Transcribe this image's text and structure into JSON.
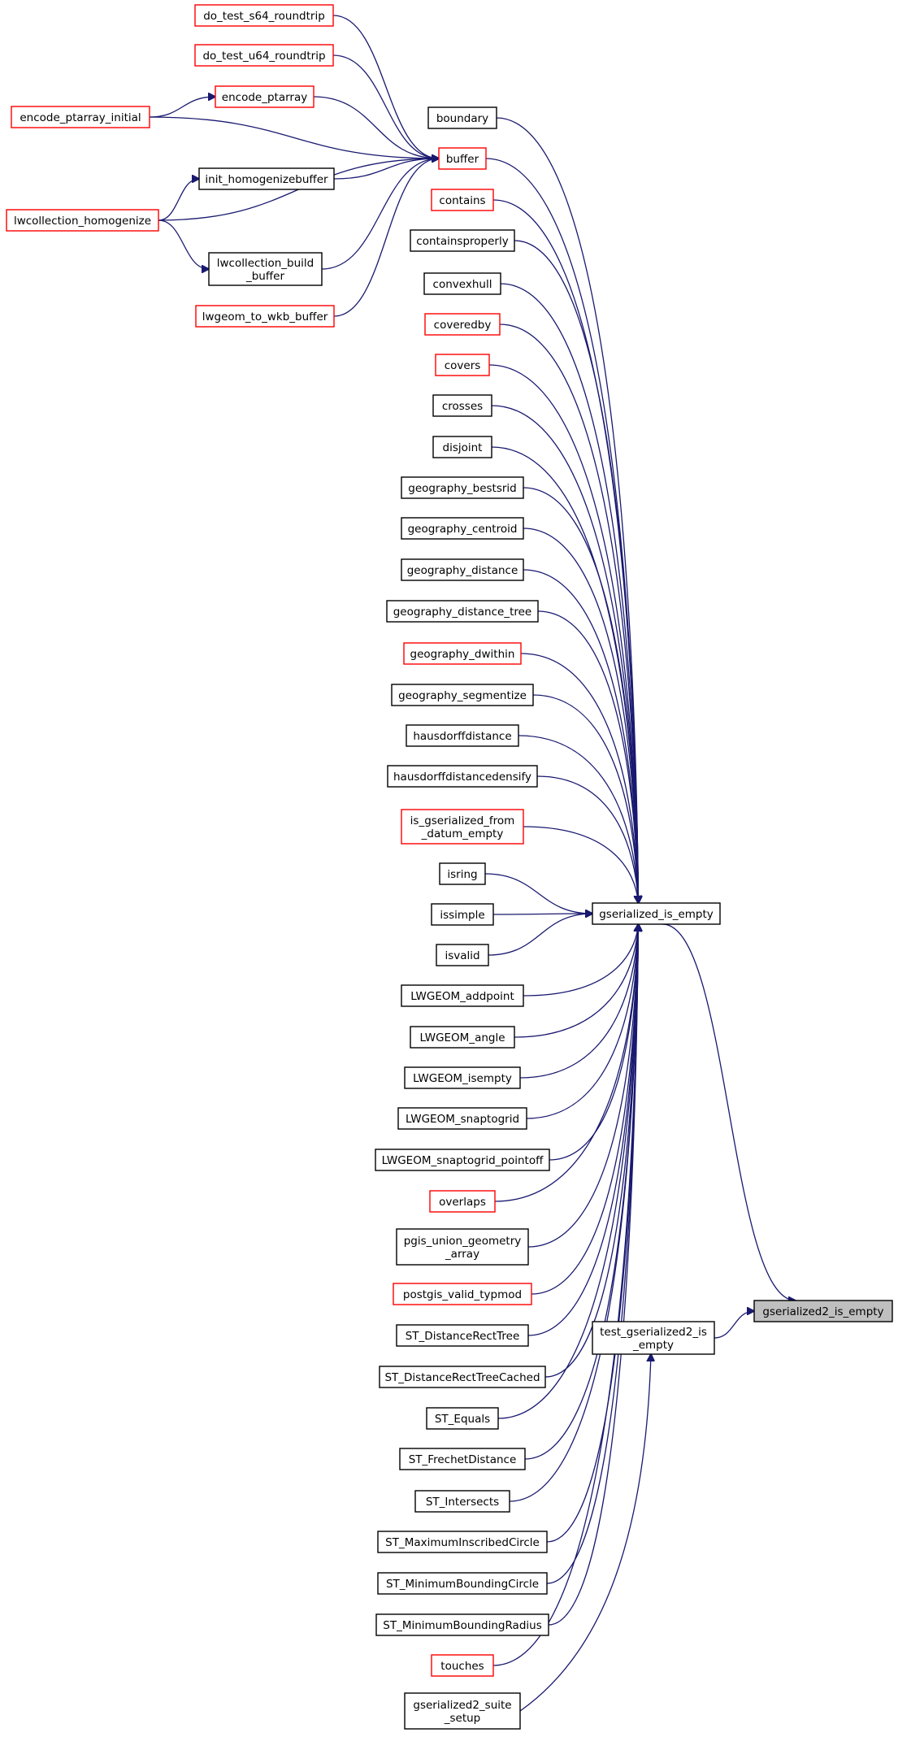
{
  "diagram": {
    "focus_node": "gserialized2_is_empty",
    "colors": {
      "edge": "#191970",
      "box_border": "#000000",
      "box_border_truncated": "#ff0000",
      "focus_fill": "#bfbfbf"
    },
    "nodes": {
      "do_test_s64_roundtrip": {
        "label": "do_test_s64_roundtrip",
        "style": "truncated"
      },
      "do_test_u64_roundtrip": {
        "label": "do_test_u64_roundtrip",
        "style": "truncated"
      },
      "encode_ptarray": {
        "label": "encode_ptarray",
        "style": "truncated"
      },
      "encode_ptarray_initial": {
        "label": "encode_ptarray_initial",
        "style": "truncated"
      },
      "init_homogenizebuffer": {
        "label": "init_homogenizebuffer",
        "style": "normal"
      },
      "lwcollection_homogenize": {
        "label": "lwcollection_homogenize",
        "style": "truncated"
      },
      "lwcollection_build_buffer": {
        "label": [
          "lwcollection_build",
          "_buffer"
        ],
        "style": "normal"
      },
      "lwgeom_to_wkb_buffer": {
        "label": "lwgeom_to_wkb_buffer",
        "style": "truncated"
      },
      "boundary": {
        "label": "boundary",
        "style": "normal"
      },
      "buffer": {
        "label": "buffer",
        "style": "truncated"
      },
      "contains": {
        "label": "contains",
        "style": "truncated"
      },
      "containsproperly": {
        "label": "containsproperly",
        "style": "normal"
      },
      "convexhull": {
        "label": "convexhull",
        "style": "normal"
      },
      "coveredby": {
        "label": "coveredby",
        "style": "truncated"
      },
      "covers": {
        "label": "covers",
        "style": "truncated"
      },
      "crosses": {
        "label": "crosses",
        "style": "normal"
      },
      "disjoint": {
        "label": "disjoint",
        "style": "normal"
      },
      "geography_bestsrid": {
        "label": "geography_bestsrid",
        "style": "normal"
      },
      "geography_centroid": {
        "label": "geography_centroid",
        "style": "normal"
      },
      "geography_distance": {
        "label": "geography_distance",
        "style": "normal"
      },
      "geography_distance_tree": {
        "label": "geography_distance_tree",
        "style": "normal"
      },
      "geography_dwithin": {
        "label": "geography_dwithin",
        "style": "truncated"
      },
      "geography_segmentize": {
        "label": "geography_segmentize",
        "style": "normal"
      },
      "hausdorffdistance": {
        "label": "hausdorffdistance",
        "style": "normal"
      },
      "hausdorffdistancedensify": {
        "label": "hausdorffdistancedensify",
        "style": "normal"
      },
      "is_gserialized_from_datum_empty": {
        "label": [
          "is_gserialized_from",
          "_datum_empty"
        ],
        "style": "truncated"
      },
      "isring": {
        "label": "isring",
        "style": "normal"
      },
      "issimple": {
        "label": "issimple",
        "style": "normal"
      },
      "isvalid": {
        "label": "isvalid",
        "style": "normal"
      },
      "LWGEOM_addpoint": {
        "label": "LWGEOM_addpoint",
        "style": "normal"
      },
      "LWGEOM_angle": {
        "label": "LWGEOM_angle",
        "style": "normal"
      },
      "LWGEOM_isempty": {
        "label": "LWGEOM_isempty",
        "style": "normal"
      },
      "LWGEOM_snaptogrid": {
        "label": "LWGEOM_snaptogrid",
        "style": "normal"
      },
      "LWGEOM_snaptogrid_pointoff": {
        "label": "LWGEOM_snaptogrid_pointoff",
        "style": "normal"
      },
      "overlaps": {
        "label": "overlaps",
        "style": "truncated"
      },
      "pgis_union_geometry_array": {
        "label": [
          "pgis_union_geometry",
          "_array"
        ],
        "style": "normal"
      },
      "postgis_valid_typmod": {
        "label": "postgis_valid_typmod",
        "style": "truncated"
      },
      "ST_DistanceRectTree": {
        "label": "ST_DistanceRectTree",
        "style": "normal"
      },
      "ST_DistanceRectTreeCached": {
        "label": "ST_DistanceRectTreeCached",
        "style": "normal"
      },
      "ST_Equals": {
        "label": "ST_Equals",
        "style": "normal"
      },
      "ST_FrechetDistance": {
        "label": "ST_FrechetDistance",
        "style": "normal"
      },
      "ST_Intersects": {
        "label": "ST_Intersects",
        "style": "normal"
      },
      "ST_MaximumInscribedCircle": {
        "label": "ST_MaximumInscribedCircle",
        "style": "normal"
      },
      "ST_MinimumBoundingCircle": {
        "label": "ST_MinimumBoundingCircle",
        "style": "normal"
      },
      "ST_MinimumBoundingRadius": {
        "label": "ST_MinimumBoundingRadius",
        "style": "normal"
      },
      "touches": {
        "label": "touches",
        "style": "truncated"
      },
      "gserialized2_suite_setup": {
        "label": [
          "gserialized2_suite",
          "_setup"
        ],
        "style": "normal"
      },
      "gserialized_is_empty": {
        "label": "gserialized_is_empty",
        "style": "normal"
      },
      "test_gserialized2_is_empty": {
        "label": [
          "test_gserialized2_is",
          "_empty"
        ],
        "style": "normal"
      },
      "gserialized2_is_empty": {
        "label": "gserialized2_is_empty",
        "style": "focus"
      }
    },
    "edges": [
      [
        "do_test_s64_roundtrip",
        "buffer"
      ],
      [
        "do_test_u64_roundtrip",
        "buffer"
      ],
      [
        "encode_ptarray",
        "buffer"
      ],
      [
        "encode_ptarray_initial",
        "encode_ptarray"
      ],
      [
        "encode_ptarray_initial",
        "buffer"
      ],
      [
        "init_homogenizebuffer",
        "buffer"
      ],
      [
        "lwcollection_homogenize",
        "init_homogenizebuffer"
      ],
      [
        "lwcollection_homogenize",
        "buffer"
      ],
      [
        "lwcollection_homogenize",
        "lwcollection_build_buffer"
      ],
      [
        "lwcollection_build_buffer",
        "buffer"
      ],
      [
        "lwgeom_to_wkb_buffer",
        "buffer"
      ],
      [
        "boundary",
        "gserialized_is_empty"
      ],
      [
        "buffer",
        "gserialized_is_empty"
      ],
      [
        "contains",
        "gserialized_is_empty"
      ],
      [
        "containsproperly",
        "gserialized_is_empty"
      ],
      [
        "convexhull",
        "gserialized_is_empty"
      ],
      [
        "coveredby",
        "gserialized_is_empty"
      ],
      [
        "covers",
        "gserialized_is_empty"
      ],
      [
        "crosses",
        "gserialized_is_empty"
      ],
      [
        "disjoint",
        "gserialized_is_empty"
      ],
      [
        "geography_bestsrid",
        "gserialized_is_empty"
      ],
      [
        "geography_centroid",
        "gserialized_is_empty"
      ],
      [
        "geography_distance",
        "gserialized_is_empty"
      ],
      [
        "geography_distance_tree",
        "gserialized_is_empty"
      ],
      [
        "geography_dwithin",
        "gserialized_is_empty"
      ],
      [
        "geography_segmentize",
        "gserialized_is_empty"
      ],
      [
        "hausdorffdistance",
        "gserialized_is_empty"
      ],
      [
        "hausdorffdistancedensify",
        "gserialized_is_empty"
      ],
      [
        "is_gserialized_from_datum_empty",
        "gserialized_is_empty"
      ],
      [
        "isring",
        "gserialized_is_empty"
      ],
      [
        "issimple",
        "gserialized_is_empty"
      ],
      [
        "isvalid",
        "gserialized_is_empty"
      ],
      [
        "LWGEOM_addpoint",
        "gserialized_is_empty"
      ],
      [
        "LWGEOM_angle",
        "gserialized_is_empty"
      ],
      [
        "LWGEOM_isempty",
        "gserialized_is_empty"
      ],
      [
        "LWGEOM_snaptogrid",
        "gserialized_is_empty"
      ],
      [
        "LWGEOM_snaptogrid_pointoff",
        "gserialized_is_empty"
      ],
      [
        "overlaps",
        "gserialized_is_empty"
      ],
      [
        "pgis_union_geometry_array",
        "gserialized_is_empty"
      ],
      [
        "postgis_valid_typmod",
        "gserialized_is_empty"
      ],
      [
        "ST_DistanceRectTree",
        "gserialized_is_empty"
      ],
      [
        "ST_DistanceRectTreeCached",
        "gserialized_is_empty"
      ],
      [
        "ST_Equals",
        "gserialized_is_empty"
      ],
      [
        "ST_FrechetDistance",
        "gserialized_is_empty"
      ],
      [
        "ST_Intersects",
        "gserialized_is_empty"
      ],
      [
        "ST_MaximumInscribedCircle",
        "gserialized_is_empty"
      ],
      [
        "ST_MinimumBoundingCircle",
        "gserialized_is_empty"
      ],
      [
        "ST_MinimumBoundingRadius",
        "gserialized_is_empty"
      ],
      [
        "touches",
        "gserialized_is_empty"
      ],
      [
        "gserialized2_suite_setup",
        "test_gserialized2_is_empty"
      ],
      [
        "gserialized_is_empty",
        "gserialized2_is_empty"
      ],
      [
        "test_gserialized2_is_empty",
        "gserialized2_is_empty"
      ]
    ]
  }
}
